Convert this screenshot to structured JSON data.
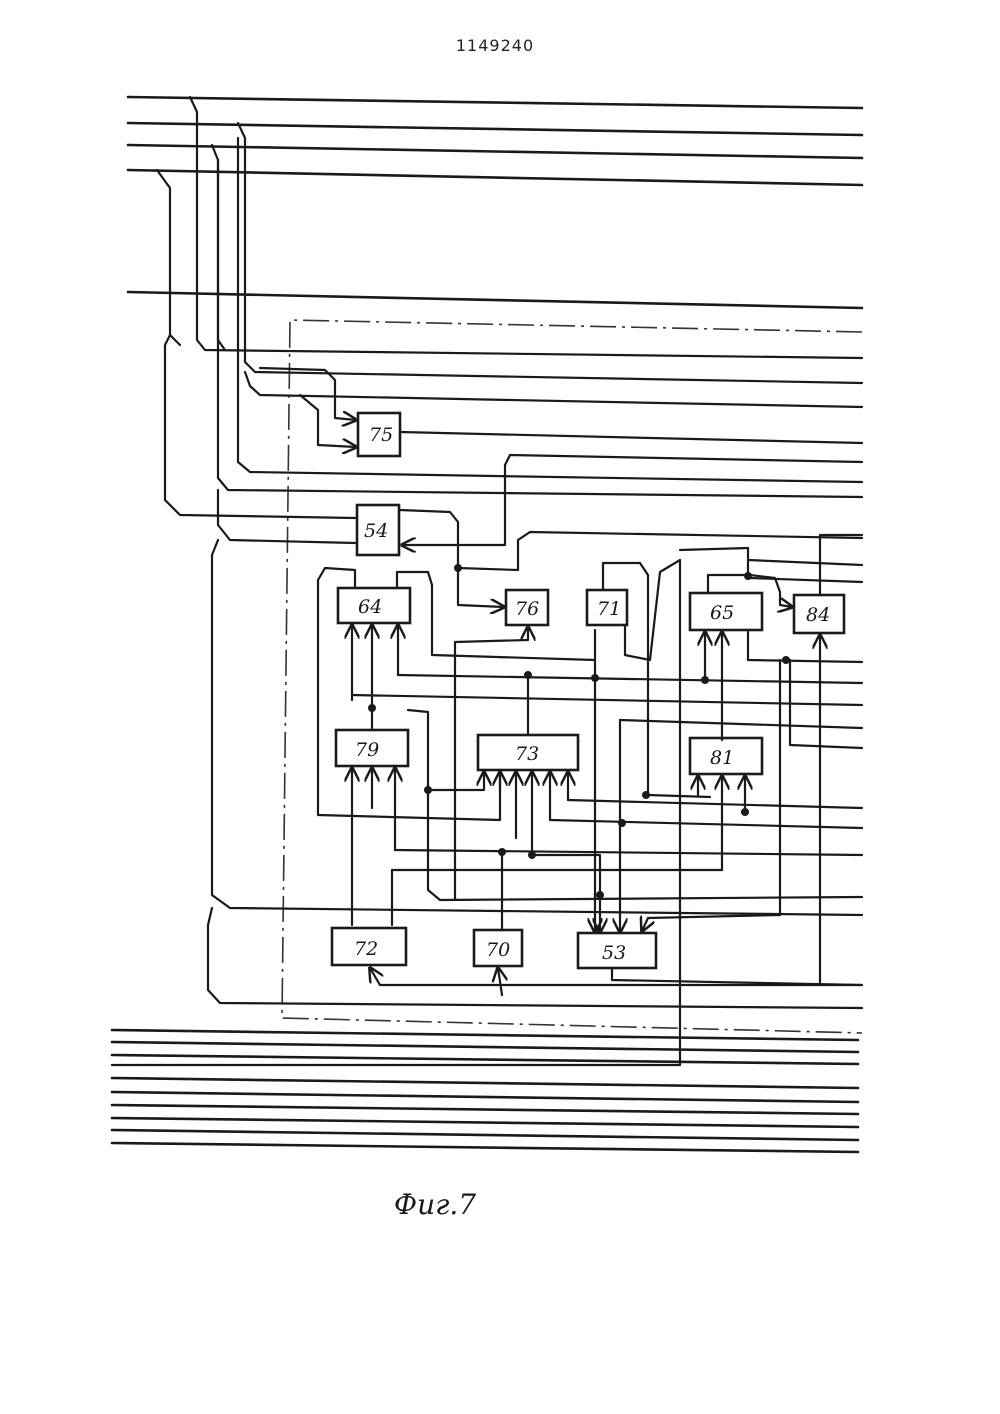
{
  "document": {
    "page_number": "1149240",
    "figure_caption": "Фиг.7"
  },
  "blocks": [
    {
      "id": "75",
      "label": "75"
    },
    {
      "id": "54",
      "label": "54"
    },
    {
      "id": "64",
      "label": "64"
    },
    {
      "id": "76",
      "label": "76"
    },
    {
      "id": "71",
      "label": "71"
    },
    {
      "id": "65",
      "label": "65"
    },
    {
      "id": "84",
      "label": "84"
    },
    {
      "id": "79",
      "label": "79"
    },
    {
      "id": "73",
      "label": "73"
    },
    {
      "id": "81",
      "label": "81"
    },
    {
      "id": "72",
      "label": "72"
    },
    {
      "id": "70",
      "label": "70"
    },
    {
      "id": "53",
      "label": "53"
    }
  ],
  "colors": {
    "ink": "#1a1a1a",
    "paper": "#ffffff"
  }
}
